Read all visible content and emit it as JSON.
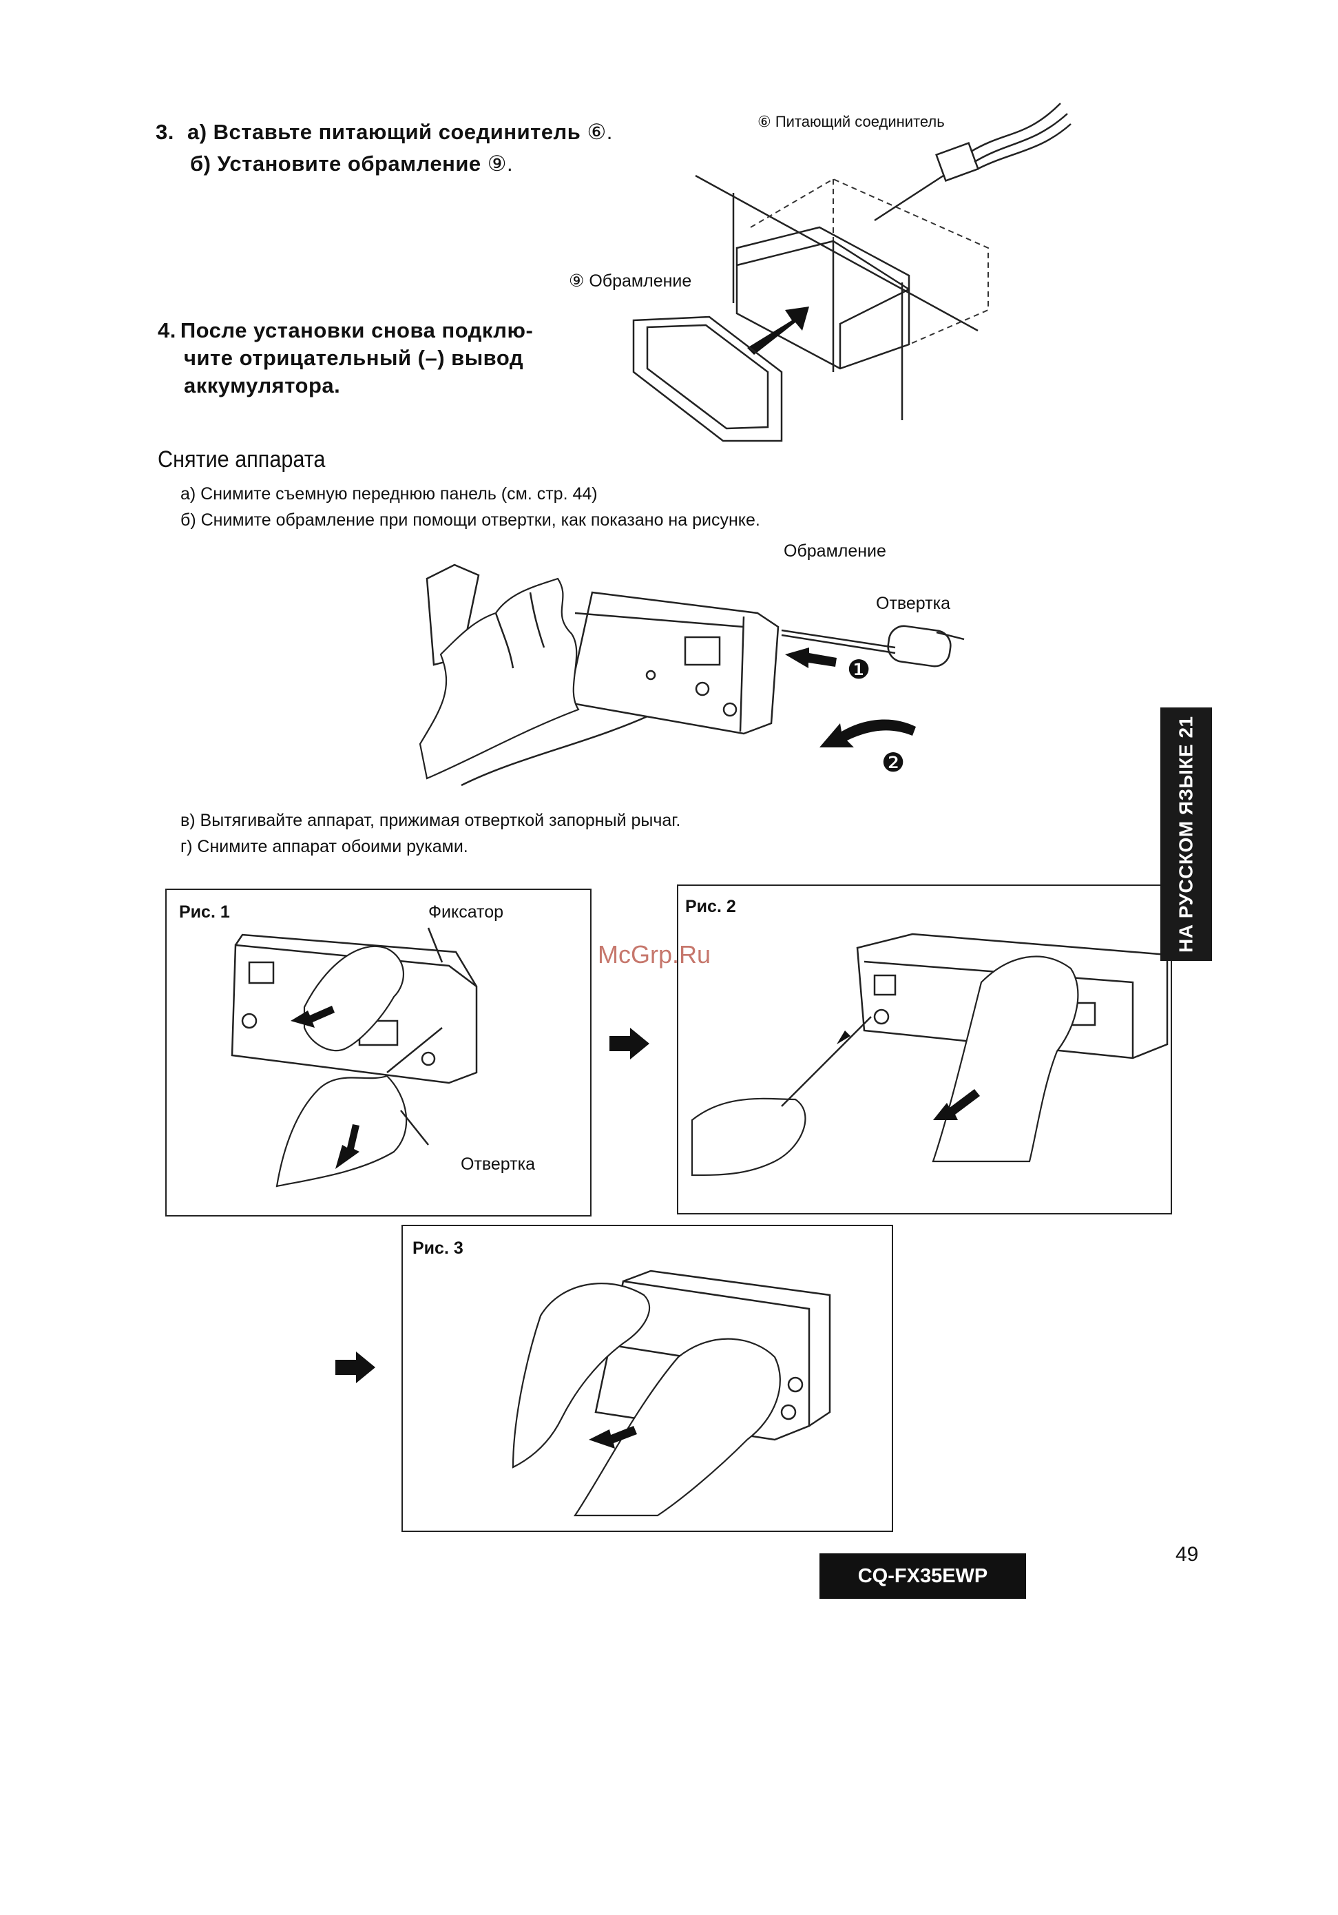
{
  "step3": {
    "num": "3.",
    "a": "а) Вставьте питающий соединитель",
    "a_ref": "⑥.",
    "b": "б) Установите обрамление",
    "b_ref": "⑨."
  },
  "step4": {
    "num": "4.",
    "line1": "После установки снова подклю-",
    "line2": "чите отрицательный (–) вывод",
    "line3": "аккумулятора."
  },
  "fig_top": {
    "power_connector_label": "⑥ Питающий соединитель",
    "frame_label": "⑨ Обрамление"
  },
  "removal": {
    "heading": "Снятие аппарата",
    "item_a": "а)  Снимите съемную переднюю панель (см. стр. 44)",
    "item_b": "б)  Снимите обрамление при помощи отвертки, как показано на рисунке.",
    "frame_label": "Обрамление",
    "screwdriver_label": "Отвертка",
    "marker1": "❶",
    "marker2": "❷",
    "item_c": "в)  Вытягивайте аппарат, прижимая отверткой запорный рычаг.",
    "item_d": "г)  Снимите аппарат обоими руками."
  },
  "figures": {
    "fig1": {
      "title": "Рис. 1",
      "latch_label": "Фиксатор",
      "screwdriver_label": "Отвертка"
    },
    "fig2": {
      "title": "Рис. 2"
    },
    "fig3": {
      "title": "Рис. 3"
    }
  },
  "watermark": "McGrp.Ru",
  "side_tab": "НА РУССКОМ ЯЗЫКЕ 21",
  "page_number": "49",
  "model": "CQ-FX35EWP"
}
